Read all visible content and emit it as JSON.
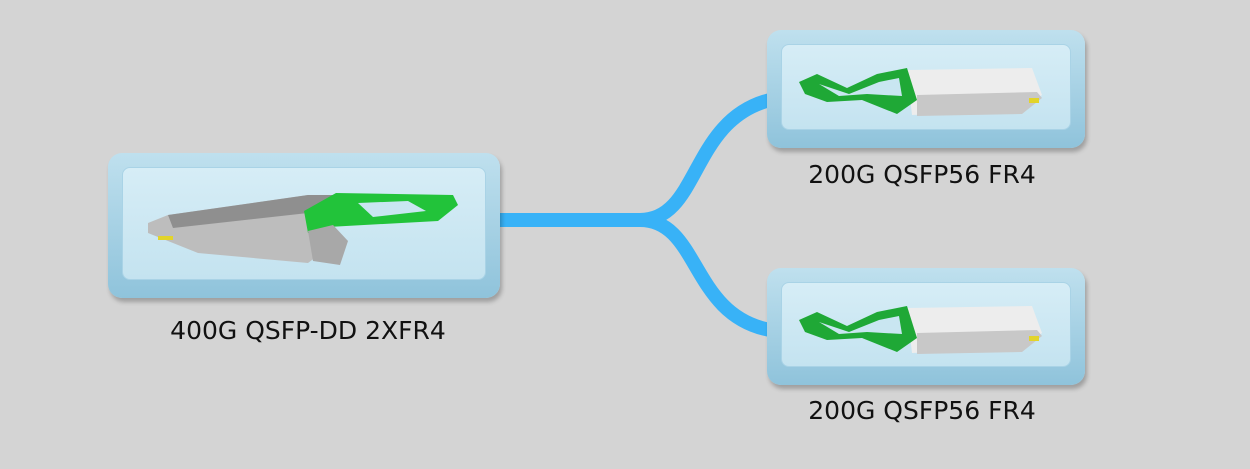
{
  "colors": {
    "background": "#d4d4d4",
    "cable": "#38b2f7",
    "latch": "#22c33a"
  },
  "modules": [
    {
      "label": "400G QSFP-DD 2XFR4",
      "icon": "qsfp-dd-transceiver-icon"
    },
    {
      "label": "200G QSFP56 FR4",
      "icon": "qsfp56-transceiver-icon"
    },
    {
      "label": "200G QSFP56 FR4",
      "icon": "qsfp56-transceiver-icon"
    }
  ]
}
